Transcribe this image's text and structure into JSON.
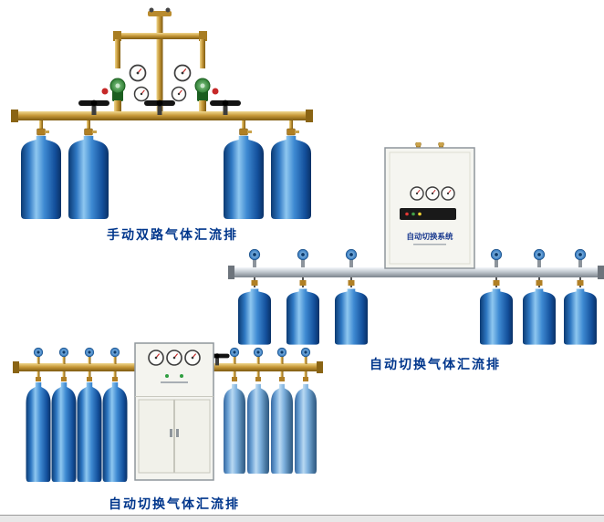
{
  "page": {
    "background": "#ffffff",
    "bottom_strip_color": "#e8e8e8",
    "bottom_rule_color": "#9a9a9a"
  },
  "products": {
    "manual_dual": {
      "caption": "手动双路气体汇流排",
      "cylinder_count": 4
    },
    "auto_switch_side": {
      "caption": "自动切换气体汇流排",
      "cabinet_label": "自动切换系统",
      "cylinder_count": 6
    },
    "auto_switch_bottom": {
      "caption": "自动切换气体汇流排",
      "cylinder_count": 8
    }
  },
  "colors": {
    "caption_text": "#00368c",
    "cylinder_blue": "#2e77c2",
    "cylinder_blue_light": "#6ba1d4",
    "brass_pipe": "#c89a3a",
    "silver_pipe": "#c6cdd4",
    "cabinet_body": "#f5f5f0",
    "regulator_green": "#2e7d32",
    "valve_black": "#141414",
    "knob_blue": "#2a6fb8",
    "red_knob": "#c62828"
  }
}
